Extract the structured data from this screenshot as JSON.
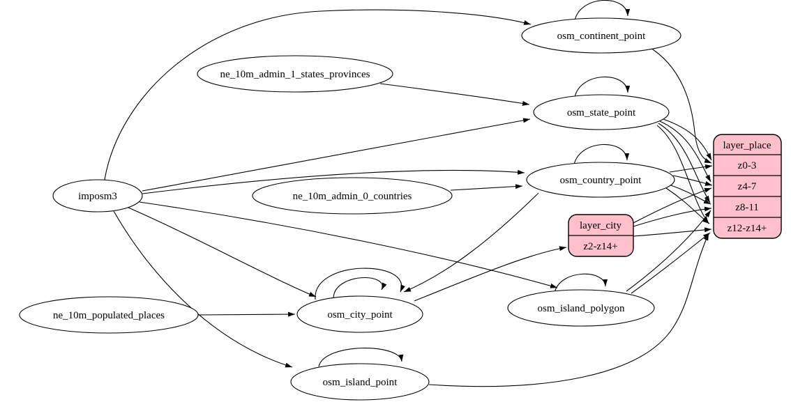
{
  "diagram": {
    "kind": "etl-dataflow-graph",
    "colors": {
      "background": "#ffffff",
      "node_fill": "#ffffff",
      "record_fill": "#ffc0cb",
      "stroke": "#000000"
    },
    "nodes": {
      "imposm3": {
        "label": "imposm3",
        "type": "ellipse"
      },
      "ne_10m_admin_1_states_provinces": {
        "label": "ne_10m_admin_1_states_provinces",
        "type": "ellipse"
      },
      "ne_10m_admin_0_countries": {
        "label": "ne_10m_admin_0_countries",
        "type": "ellipse"
      },
      "ne_10m_populated_places": {
        "label": "ne_10m_populated_places",
        "type": "ellipse"
      },
      "osm_continent_point": {
        "label": "osm_continent_point",
        "type": "ellipse",
        "self_loops": 1
      },
      "osm_state_point": {
        "label": "osm_state_point",
        "type": "ellipse",
        "self_loops": 1
      },
      "osm_country_point": {
        "label": "osm_country_point",
        "type": "ellipse",
        "self_loops": 1
      },
      "osm_city_point": {
        "label": "osm_city_point",
        "type": "ellipse",
        "self_loops": 2
      },
      "osm_island_polygon": {
        "label": "osm_island_polygon",
        "type": "ellipse",
        "self_loops": 1
      },
      "osm_island_point": {
        "label": "osm_island_point",
        "type": "ellipse",
        "self_loops": 1
      },
      "layer_city": {
        "title": "layer_city",
        "rows": [
          "z2-z14+"
        ],
        "type": "record"
      },
      "layer_place": {
        "title": "layer_place",
        "rows": [
          "z0-3",
          "z4-7",
          "z8-11",
          "z12-z14+"
        ],
        "type": "record"
      }
    },
    "edges": [
      {
        "from": "imposm3",
        "to": "osm_continent_point"
      },
      {
        "from": "imposm3",
        "to": "osm_state_point"
      },
      {
        "from": "imposm3",
        "to": "osm_country_point"
      },
      {
        "from": "imposm3",
        "to": "osm_city_point"
      },
      {
        "from": "imposm3",
        "to": "osm_island_polygon"
      },
      {
        "from": "imposm3",
        "to": "osm_island_point"
      },
      {
        "from": "ne_10m_admin_1_states_provinces",
        "to": "osm_state_point"
      },
      {
        "from": "ne_10m_admin_0_countries",
        "to": "osm_country_point"
      },
      {
        "from": "ne_10m_populated_places",
        "to": "osm_city_point"
      },
      {
        "from": "osm_country_point",
        "to": "osm_city_point"
      },
      {
        "from": "osm_city_point",
        "to": "layer_city:z2-z14+"
      },
      {
        "from": "osm_continent_point",
        "to": "layer_place:z0-3"
      },
      {
        "from": "osm_state_point",
        "to": "layer_place:z0-3"
      },
      {
        "from": "osm_state_point",
        "to": "layer_place:z4-7"
      },
      {
        "from": "osm_state_point",
        "to": "layer_place:z8-11"
      },
      {
        "from": "osm_state_point",
        "to": "layer_place:z12-z14+"
      },
      {
        "from": "osm_country_point",
        "to": "layer_place:z0-3"
      },
      {
        "from": "osm_country_point",
        "to": "layer_place:z4-7"
      },
      {
        "from": "osm_country_point",
        "to": "layer_place:z8-11"
      },
      {
        "from": "osm_country_point",
        "to": "layer_place:z12-z14+"
      },
      {
        "from": "layer_city",
        "to": "layer_place:z4-7"
      },
      {
        "from": "layer_city",
        "to": "layer_place:z8-11"
      },
      {
        "from": "layer_city",
        "to": "layer_place:z12-z14+"
      },
      {
        "from": "osm_island_polygon",
        "to": "layer_place:z8-11"
      },
      {
        "from": "osm_island_polygon",
        "to": "layer_place:z12-z14+"
      },
      {
        "from": "osm_island_point",
        "to": "layer_place:z12-z14+"
      },
      {
        "from": "osm_continent_point",
        "to": "osm_continent_point"
      },
      {
        "from": "osm_state_point",
        "to": "osm_state_point"
      },
      {
        "from": "osm_country_point",
        "to": "osm_country_point"
      },
      {
        "from": "osm_city_point",
        "to": "osm_city_point"
      },
      {
        "from": "osm_city_point",
        "to": "osm_city_point"
      },
      {
        "from": "osm_island_polygon",
        "to": "osm_island_polygon"
      },
      {
        "from": "osm_island_point",
        "to": "osm_island_point"
      }
    ]
  }
}
